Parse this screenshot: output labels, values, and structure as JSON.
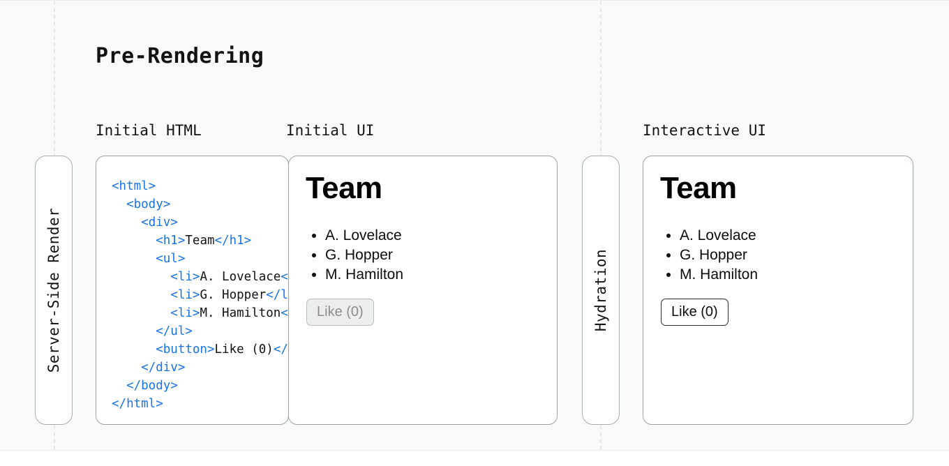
{
  "diagram": {
    "title": "Pre-Rendering",
    "background_color": "#f8f9f9",
    "accent_tag_color": "#1a73e8"
  },
  "column_labels": {
    "initial_html": "Initial HTML",
    "initial_ui": "Initial UI",
    "interactive_ui": "Interactive UI"
  },
  "stages": {
    "server_side_render": "Server-Side Render",
    "hydration": "Hydration"
  },
  "code": {
    "lines": [
      {
        "indent": 0,
        "parts": [
          {
            "t": "tag",
            "v": "<html>"
          }
        ]
      },
      {
        "indent": 1,
        "parts": [
          {
            "t": "tag",
            "v": "<body>"
          }
        ]
      },
      {
        "indent": 2,
        "parts": [
          {
            "t": "tag",
            "v": "<div>"
          }
        ]
      },
      {
        "indent": 3,
        "parts": [
          {
            "t": "tag",
            "v": "<h1>"
          },
          {
            "t": "txt",
            "v": "Team"
          },
          {
            "t": "tag",
            "v": "</h1>"
          }
        ]
      },
      {
        "indent": 3,
        "parts": [
          {
            "t": "tag",
            "v": "<ul>"
          }
        ]
      },
      {
        "indent": 4,
        "parts": [
          {
            "t": "tag",
            "v": "<li>"
          },
          {
            "t": "txt",
            "v": "A. Lovelace"
          },
          {
            "t": "tag",
            "v": "</li>"
          }
        ]
      },
      {
        "indent": 4,
        "parts": [
          {
            "t": "tag",
            "v": "<li>"
          },
          {
            "t": "txt",
            "v": "G. Hopper"
          },
          {
            "t": "tag",
            "v": "</li>"
          }
        ]
      },
      {
        "indent": 4,
        "parts": [
          {
            "t": "tag",
            "v": "<li>"
          },
          {
            "t": "txt",
            "v": "M. Hamilton"
          },
          {
            "t": "tag",
            "v": "</li>"
          }
        ]
      },
      {
        "indent": 3,
        "parts": [
          {
            "t": "tag",
            "v": "</ul>"
          }
        ]
      },
      {
        "indent": 3,
        "parts": [
          {
            "t": "tag",
            "v": "<button>"
          },
          {
            "t": "txt",
            "v": "Like (0)"
          },
          {
            "t": "tag",
            "v": "</button>"
          }
        ]
      },
      {
        "indent": 2,
        "parts": [
          {
            "t": "tag",
            "v": "</div>"
          }
        ]
      },
      {
        "indent": 1,
        "parts": [
          {
            "t": "tag",
            "v": "</body>"
          }
        ]
      },
      {
        "indent": 0,
        "parts": [
          {
            "t": "tag",
            "v": "</html>"
          }
        ]
      }
    ]
  },
  "initial_ui": {
    "heading": "Team",
    "members": [
      "A. Lovelace",
      "G. Hopper",
      "M. Hamilton"
    ],
    "button_label": "Like (0)",
    "button_state": "disabled"
  },
  "interactive_ui": {
    "heading": "Team",
    "members": [
      "A. Lovelace",
      "G. Hopper",
      "M. Hamilton"
    ],
    "button_label": "Like (0)",
    "button_state": "enabled"
  }
}
